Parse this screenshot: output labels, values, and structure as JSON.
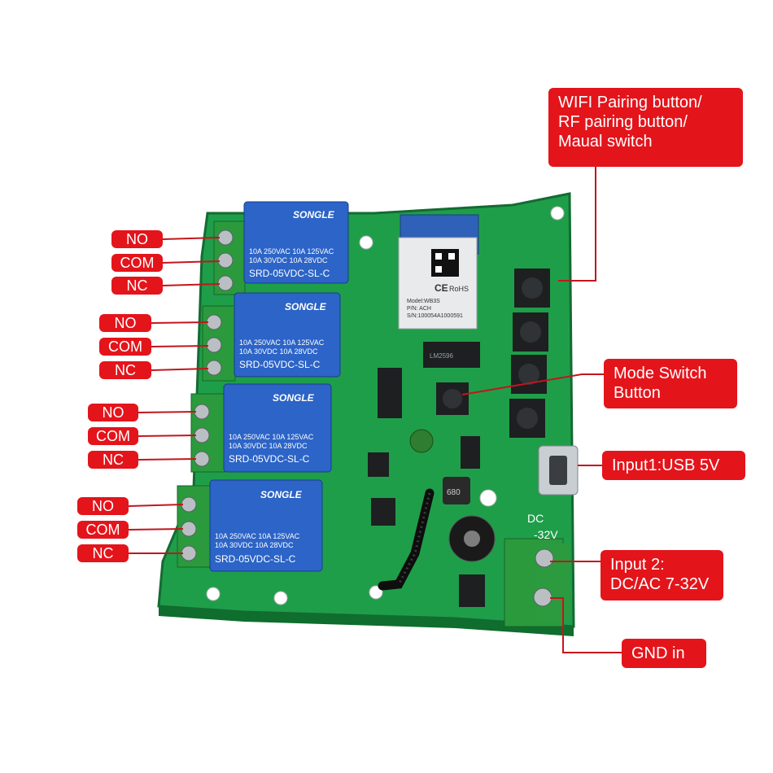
{
  "terminal_labels": [
    {
      "no": "NO",
      "com": "COM",
      "nc": "NC"
    },
    {
      "no": "NO",
      "com": "COM",
      "nc": "NC"
    },
    {
      "no": "NO",
      "com": "COM",
      "nc": "NC"
    },
    {
      "no": "NO",
      "com": "COM",
      "nc": "NC"
    }
  ],
  "callouts": {
    "pairing": {
      "line1": "WIFI Pairing button/",
      "line2": "RF pairing button/",
      "line3": "Maual switch"
    },
    "mode_switch": {
      "line1": "Mode Switch",
      "line2": "Button"
    },
    "input1": "Input1:USB 5V",
    "input2": {
      "line1": "Input 2:",
      "line2": "DC/AC 7-32V"
    },
    "gnd": "GND in"
  },
  "relay_text": {
    "brand": "SONGLE",
    "ratings": "10A 250VAC  10A 125VAC",
    "ratings2": "10A 30VDC   10A 28VDC",
    "model": "SRD-05VDC-SL-C"
  },
  "module_text": {
    "model": "Model:WB3S",
    "pn": "P/N: ACH",
    "sn": "S/N:100054A1000591",
    "ce": "CE",
    "rohs": "RoHS"
  },
  "board_text": {
    "dc": "DC",
    "voltage": "-32V",
    "cap": "680",
    "ic": "LM2596"
  },
  "colors": {
    "label_red": "#e4141b",
    "pcb_green": "#1f9e4a",
    "relay_blue": "#2c64c7",
    "terminal_green": "#2a9a3c"
  }
}
